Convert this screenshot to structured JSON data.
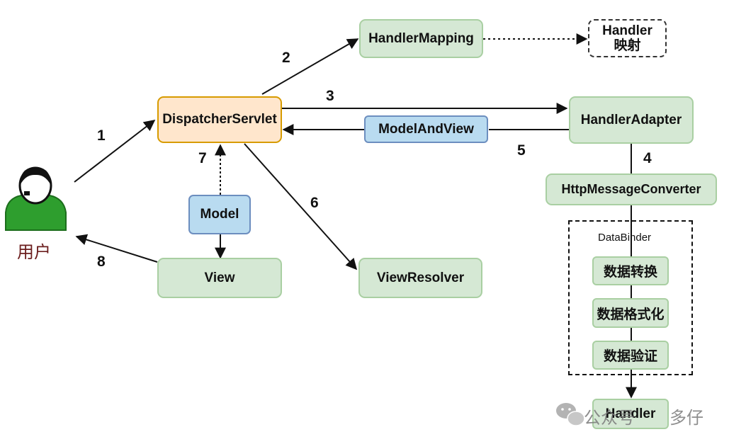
{
  "user": {
    "label": "用户"
  },
  "nodes": {
    "dispatcher_servlet": "DispatcherServlet",
    "handler_mapping": "HandlerMapping",
    "handler_mapping_result_line1": "Handler",
    "handler_mapping_result_line2": "映射",
    "handler_adapter": "HandlerAdapter",
    "model_and_view": "ModelAndView",
    "http_message_converter": "HttpMessageConverter",
    "model": "Model",
    "view": "View",
    "view_resolver": "ViewResolver",
    "handler": "Handler"
  },
  "data_binder": {
    "label": "DataBinder",
    "steps": [
      "数据转换",
      "数据格式化",
      "数据验证"
    ]
  },
  "steps": [
    "1",
    "2",
    "3",
    "4",
    "5",
    "6",
    "7",
    "8"
  ],
  "watermark": {
    "text_left": "公众号",
    "text_right": "多仔"
  },
  "colors": {
    "green_fill": "#d5e8d4",
    "orange_fill": "#ffe6cc",
    "orange_border": "#d79b00",
    "blue_fill": "#b9dbf0",
    "user_green": "#2e9e2e",
    "user_label": "#6b1d1d"
  }
}
